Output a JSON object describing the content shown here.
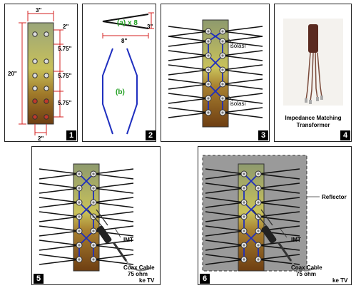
{
  "panels": [
    {
      "number": "1",
      "dims": {
        "top_width": "3\"",
        "right_gap": "2\"",
        "spacing_1": "5.75\"",
        "spacing_2": "5.75\"",
        "spacing_3": "5.75\"",
        "height": "20\"",
        "bottom_width": "2\""
      }
    },
    {
      "number": "2",
      "label_a": "(a) x 8",
      "label_b": "(b)",
      "dim_height": "3\"",
      "dim_width": "8\""
    },
    {
      "number": "3",
      "isolasi_top": "isolasi",
      "isolasi_bottom": "isolasi"
    },
    {
      "number": "4",
      "caption_line1": "Impedance Matching",
      "caption_line2": "Transformer"
    },
    {
      "number": "5",
      "imt": "IMT",
      "coax_line1": "Coax Cable",
      "coax_line2": "75 ohm",
      "to_tv": "ke TV"
    },
    {
      "number": "6",
      "reflector": "Reflector",
      "imt": "IMT",
      "coax_line1": "Coax Cable",
      "coax_line2": "75 ohm",
      "to_tv": "ke TV"
    }
  ],
  "colors": {
    "board_top": "#8e9a6e",
    "board_bottom": "#7a4a1a",
    "wire_blue": "#1f2fbf",
    "dim_red": "#d42020",
    "label_green": "#22a022",
    "reflector_gray": "#9a9a9a"
  }
}
